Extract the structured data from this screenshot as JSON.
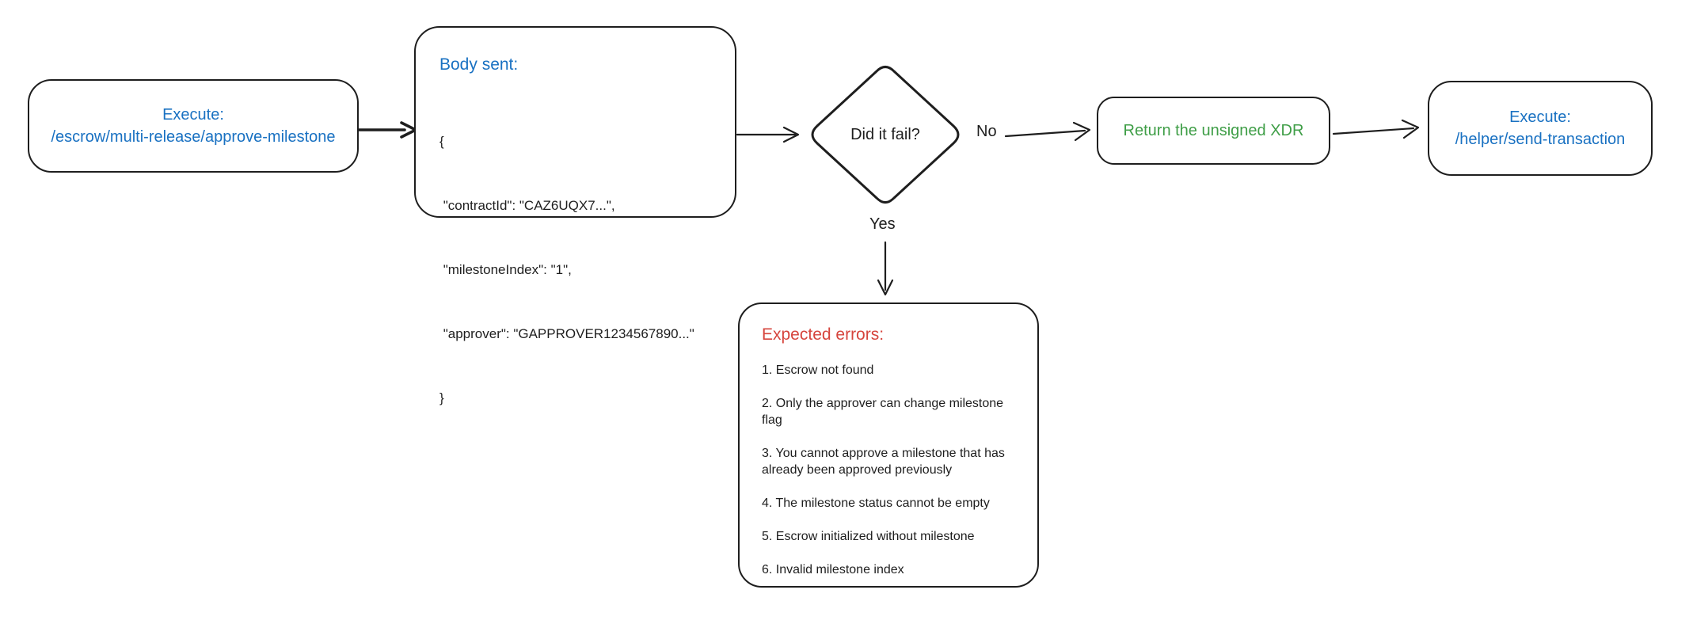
{
  "colors": {
    "stroke": "#1e1e1e",
    "endpoint_blue": "#1971c2",
    "success_green": "#3f9e47",
    "error_red": "#d6453d",
    "background": "#ffffff"
  },
  "nodes": {
    "execute_approve": {
      "line1": "Execute:",
      "line2": "/escrow/multi-release/approve-milestone"
    },
    "body_sent": {
      "title": "Body sent:",
      "json_lines": [
        "{",
        " \"contractId\": \"CAZ6UQX7...\",",
        " \"milestoneIndex\": \"1\",",
        " \"approver\": \"GAPPROVER1234567890...\"",
        "}"
      ]
    },
    "decision": {
      "label": "Did it fail?"
    },
    "return_xdr": {
      "label": "Return the unsigned XDR"
    },
    "execute_send": {
      "line1": "Execute:",
      "line2": "/helper/send-transaction"
    },
    "expected_errors": {
      "title": "Expected errors:",
      "items": [
        "1. Escrow not found",
        "2. Only the approver can change milestone flag",
        "3. You cannot approve a milestone that has already been approved previously",
        "4. The milestone status cannot be empty",
        "5. Escrow initialized without milestone",
        "6. Invalid milestone index"
      ]
    }
  },
  "edges": {
    "no_label": "No",
    "yes_label": "Yes"
  }
}
